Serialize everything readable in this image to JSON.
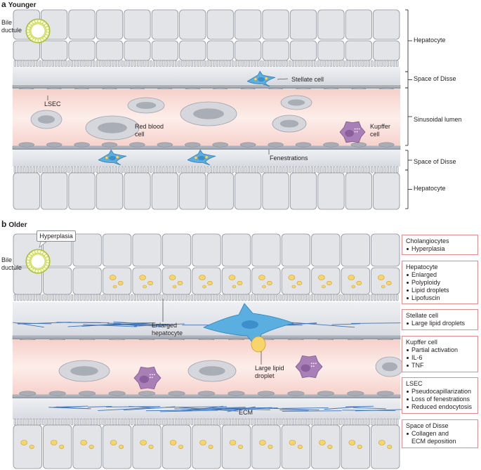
{
  "panel_a": {
    "letter": "a",
    "title": "Younger",
    "labels": {
      "bile_ductule": "Bile\nductule",
      "stellate": "Stellate cell",
      "lsec": "LSEC",
      "rbc": "Red blood\ncell",
      "kupffer": "Kupffer\ncell",
      "fenestrations": "Fenestrations"
    },
    "side": [
      "Hepatocyte",
      "Space of Disse",
      "Sinusoidal lumen",
      "Space of Disse",
      "Hepatocyte"
    ]
  },
  "panel_b": {
    "letter": "b",
    "title": "Older",
    "callout": "Hyperplasia",
    "labels": {
      "bile_ductule": "Bile\nductule",
      "enlarged": "Enlarged\nhepatocyte",
      "lipid": "Large lipid\ndroplet",
      "ecm": "ECM"
    },
    "boxes": [
      {
        "title": "Cholangiocytes",
        "items": [
          "Hyperplasia"
        ]
      },
      {
        "title": "Hepatocyte",
        "items": [
          "Enlarged",
          "Polyploidy",
          "Lipid droplets",
          "Lipofuscin"
        ]
      },
      {
        "title": "Stellate cell",
        "items": [
          "Large lipid droplets"
        ]
      },
      {
        "title": "Kupffer cell",
        "items": [
          "Partial activation",
          "IL-6",
          "TNF"
        ]
      },
      {
        "title": "LSEC",
        "items": [
          "Pseudocapillarization",
          "Loss of fenestrations",
          "Reduced endocytosis"
        ]
      },
      {
        "title": "Space of Disse",
        "items": [
          "Collagen and\nECM deposition"
        ]
      }
    ]
  },
  "colors": {
    "cell_fill": "#e2e4e8",
    "cell_stroke": "#8b9099",
    "lumen": "#fbe3df",
    "stellate": "#5aaee0",
    "kupffer": "#a97fb8",
    "lipid": "#f7d56a",
    "box_border": "#e08f8c",
    "collagen": "#3f73b8"
  }
}
